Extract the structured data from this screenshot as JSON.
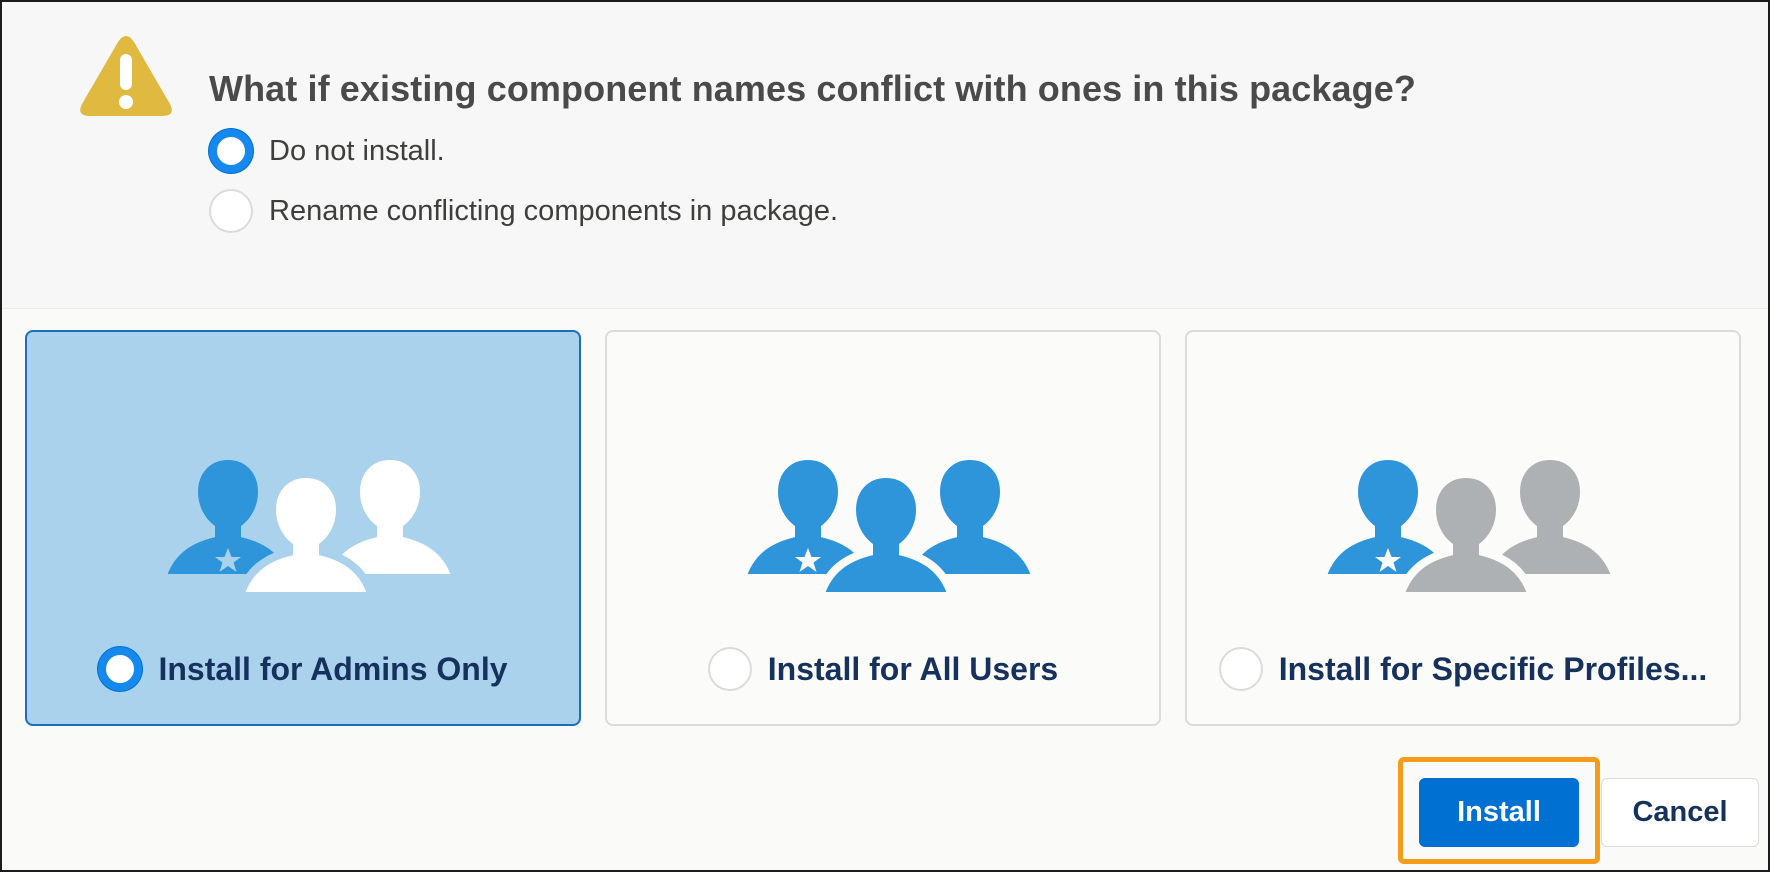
{
  "conflict": {
    "question": "What if existing component names conflict with ones in this package?",
    "icon": "warning-icon",
    "options": [
      {
        "label": "Do not install.",
        "selected": true
      },
      {
        "label": "Rename conflicting components in package.",
        "selected": false
      }
    ]
  },
  "install_options": [
    {
      "label": "Install for Admins Only",
      "icon": "admin-users-icon",
      "selected": true
    },
    {
      "label": "Install for All Users",
      "icon": "all-users-icon",
      "selected": false
    },
    {
      "label": "Install for Specific Profiles...",
      "icon": "specific-profiles-icon",
      "selected": false
    }
  ],
  "buttons": {
    "install_label": "Install",
    "cancel_label": "Cancel"
  },
  "colors": {
    "accent_blue": "#0070d2",
    "radio_blue": "#1589ee",
    "selected_card": "#abd2ec",
    "people_blue": "#2e95da",
    "people_gray": "#aeb1b3",
    "warning_yellow": "#e0b940",
    "highlight_orange": "#f59c1a",
    "label_navy": "#16325c"
  }
}
